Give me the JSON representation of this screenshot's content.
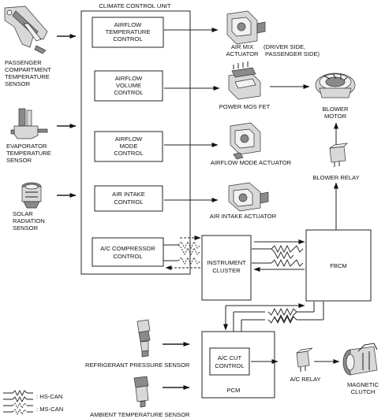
{
  "unit": {
    "title": "CLIMATE CONTROL UNIT",
    "modules": [
      [
        "AIRFLOW",
        "TEMPERATURE",
        "CONTROL"
      ],
      [
        "AIRFLOW",
        "VOLUME",
        "CONTROL"
      ],
      [
        "AIRFLOW",
        "MODE",
        "CONTROL"
      ],
      [
        "AIR INTAKE",
        "CONTROL"
      ],
      [
        "A/C COMPRESSOR",
        "CONTROL"
      ]
    ]
  },
  "sensors": {
    "passenger_temp": [
      "PASSENGER",
      "COMPARTMENT",
      "TEMPERATURE",
      "SENSOR"
    ],
    "evaporator_temp": [
      "EVAPORATOR",
      "TEMPERATURE",
      "SENSOR"
    ],
    "solar_radiation": [
      "SOLAR",
      "RADIATION",
      "SENSOR"
    ],
    "refrigerant_pressure": "REFRIGERANT PRESSURE SENSOR",
    "ambient_temp": "AMBIENT TEMPERATURE SENSOR"
  },
  "actuators": {
    "air_mix": [
      "AIR MIX",
      "ACTUATOR"
    ],
    "air_mix_note": [
      "(DRIVER SIDE,",
      "PASSENGER SIDE)"
    ],
    "power_mos_fet": "POWER MOS FET",
    "blower_motor": [
      "BLOWER",
      "MOTOR"
    ],
    "airflow_mode": "AIRFLOW MODE ACTUATOR",
    "air_intake": "AIR INTAKE ACTUATOR",
    "blower_relay": "BLOWER RELAY"
  },
  "modules": {
    "instrument_cluster": [
      "INSTRUMENT",
      "CLUSTER"
    ],
    "fbcm": "FBCM",
    "pcm": "PCM",
    "ac_cut": [
      "A/C CUT",
      "CONTROL"
    ],
    "ac_relay": "A/C RELAY",
    "magnetic_clutch": [
      "MAGNETIC",
      "CLUTCH"
    ]
  },
  "legend": {
    "hs_can": ": HS-CAN",
    "ms_can": ": MS-CAN"
  }
}
